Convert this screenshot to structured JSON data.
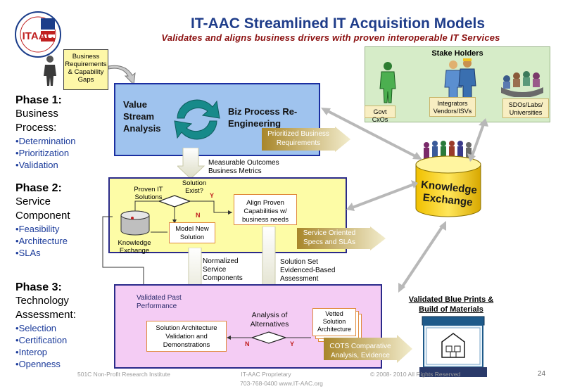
{
  "header": {
    "title": "IT-AAC Streamlined IT Acquisition Models",
    "subtitle": "Validates and aligns business drivers with proven interoperable IT Services"
  },
  "logo": {
    "text": "ITAAC"
  },
  "business_note": "Business Requirements & Capability Gaps",
  "phases": [
    {
      "title": "Phase 1:",
      "lines": [
        "Business",
        "Process:"
      ],
      "items": [
        "Determination",
        "Prioritization",
        "Validation"
      ]
    },
    {
      "title": "Phase 2:",
      "lines": [
        "Service",
        "Component"
      ],
      "items": [
        "Feasibility",
        "Architecture",
        "SLAs"
      ]
    },
    {
      "title": "Phase 3:",
      "lines": [
        "Technology",
        "Assessment:"
      ],
      "items": [
        "Selection",
        "Certification",
        "Interop",
        "Openness"
      ]
    }
  ],
  "phase1": {
    "left_label": "Value Stream Analysis",
    "right_label": "Biz Process Re-Engineering",
    "out_arrow": "Prioritized Business Requirements",
    "below_label": "Measurable Outcomes Business Metrics"
  },
  "phase2": {
    "solution_exist": "Solution Exist?",
    "proven": "Proven IT Solutions",
    "yes": "Y",
    "no": "N",
    "align": "Align Proven Capabilities w/ business needs",
    "model_new": "Model New Solution",
    "knowledge_exchange": "Knowledge Exchange",
    "out_arrow": "Service Oriented Specs and SLAs",
    "below_left": "Normalized Service Components",
    "below_right": "Solution Set Evidenced-Based Assessment"
  },
  "phase3": {
    "validated_past": "Validated Past Performance",
    "analysis": "Analysis of Alternatives",
    "vetted": "Vetted Solution Architecture",
    "sol_arch": "Solution Architecture Validation and Demonstrations",
    "no": "N",
    "yes": "Y",
    "out_arrow": "COTS Comparative Analysis, Evidence"
  },
  "stakeholders": {
    "title": "Stake Holders",
    "groups": [
      "Govt CxOs",
      "Integrators Vendors/ISVs",
      "SDOs/Labs/ Universities"
    ]
  },
  "knowledge_exchange_hub": "Knowledge Exchange",
  "blueprints": "Validated Blue Prints & Build of Materials",
  "footer": {
    "left": "501C Non-Profit Research Institute",
    "center_1": "IT-AAC Proprietary",
    "center_2": "703-768-0400     www.IT-AAC.org",
    "right": "© 2008- 2010 All Rights Reserved",
    "page": "24"
  },
  "colors": {
    "title": "#1f3d8a",
    "subtitle": "#8b1010",
    "phase_items": "#1a3a9a",
    "arrow_gold": "#b8962a"
  }
}
